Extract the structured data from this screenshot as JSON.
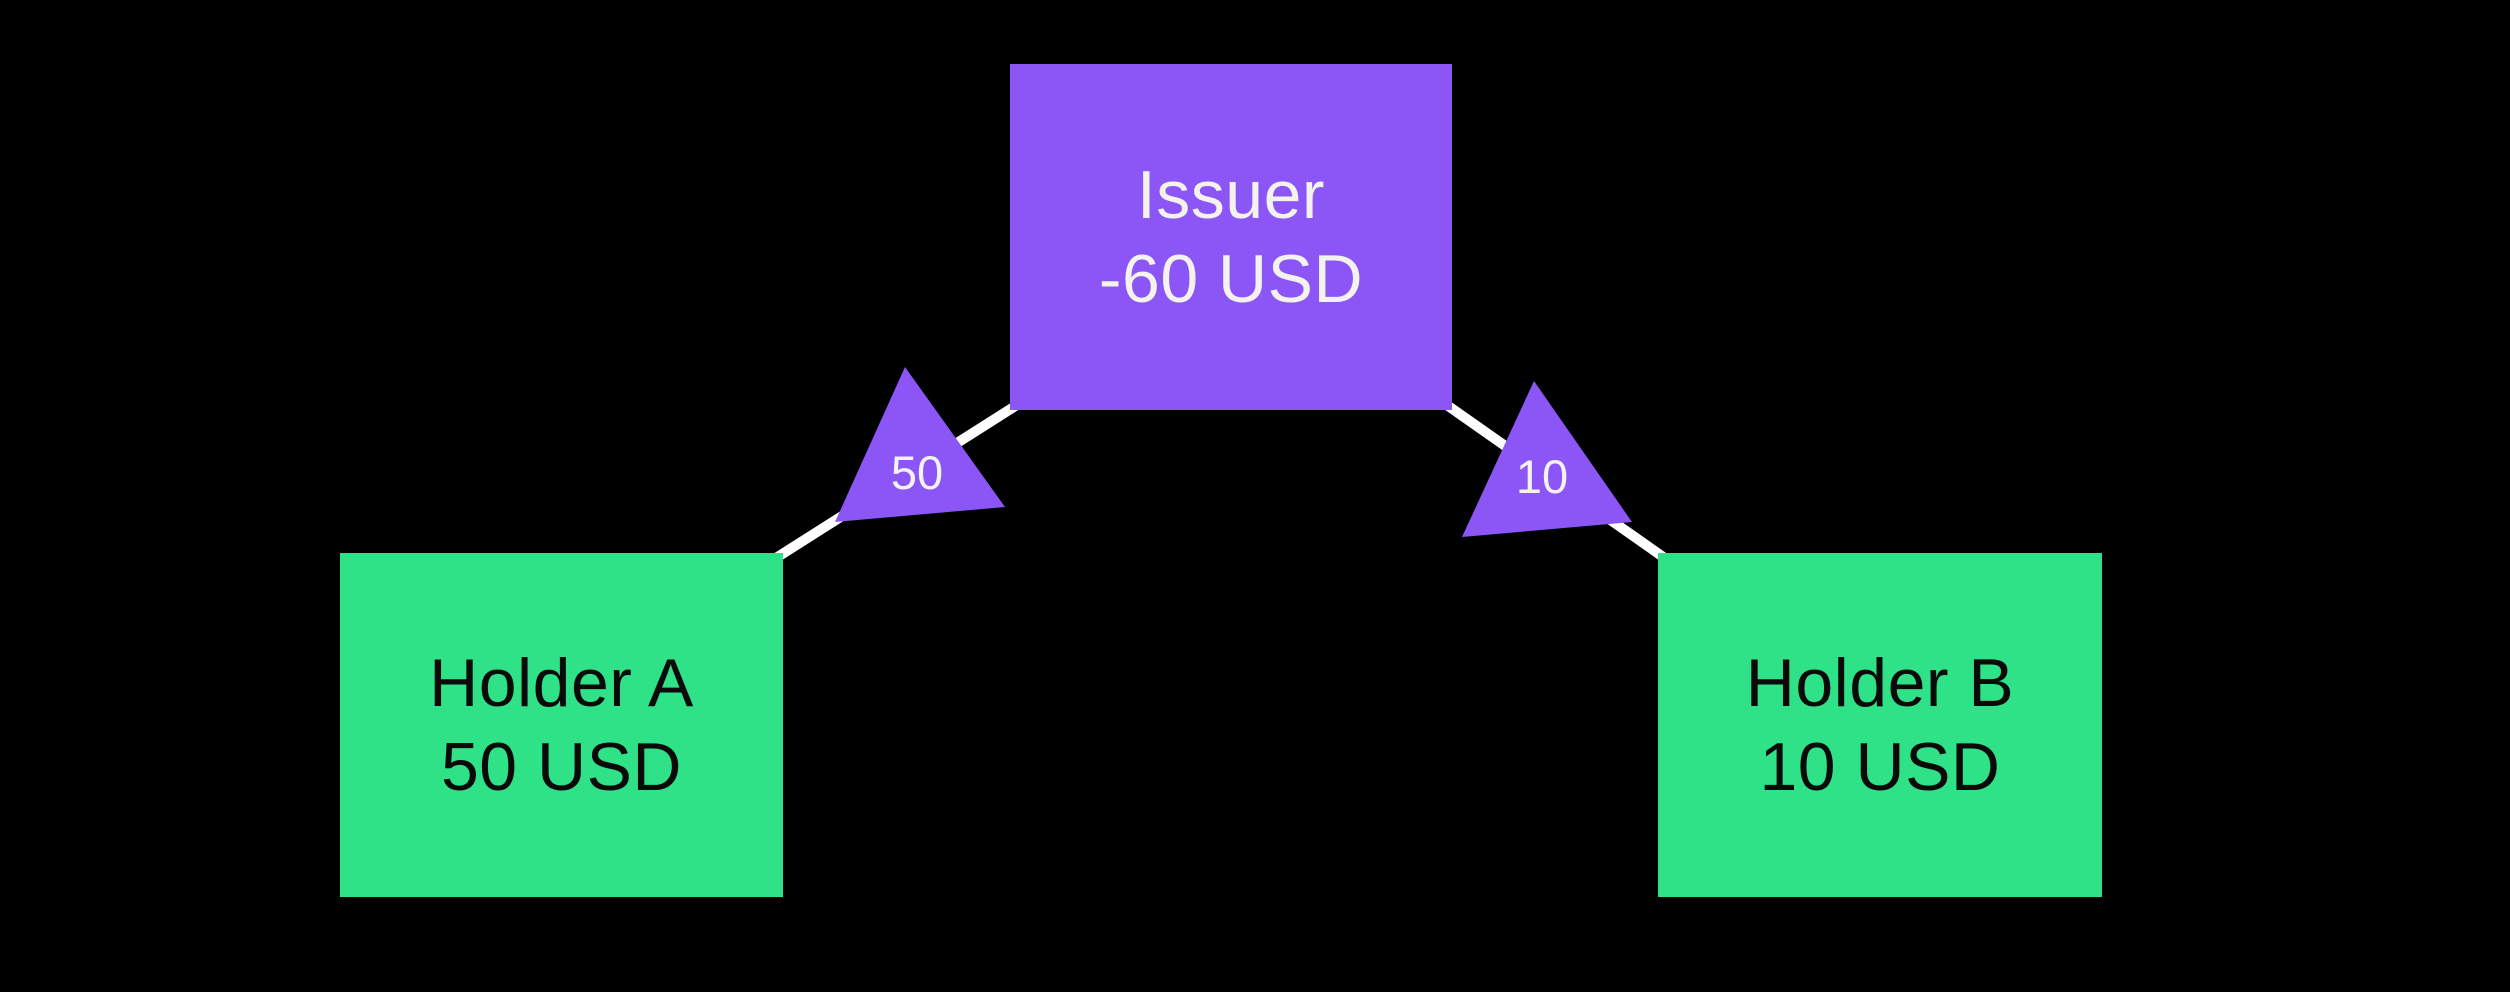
{
  "colors": {
    "background": "#000000",
    "issuer_fill": "#8c55f5",
    "holder_fill": "#2fe287",
    "edge_line": "#ffffff",
    "issuer_text": "#f4f2ef",
    "holder_text": "#0a0a0a",
    "triangle_fill": "#8c55f5",
    "triangle_text": "#f4f2ef"
  },
  "nodes": {
    "issuer": {
      "label": "Issuer",
      "balance": "-60 USD"
    },
    "holder_a": {
      "label": "Holder A",
      "balance": "50 USD"
    },
    "holder_b": {
      "label": "Holder B",
      "balance": "10 USD"
    }
  },
  "edges": {
    "issuer_to_holder_a": {
      "amount": "50"
    },
    "issuer_to_holder_b": {
      "amount": "10"
    }
  }
}
